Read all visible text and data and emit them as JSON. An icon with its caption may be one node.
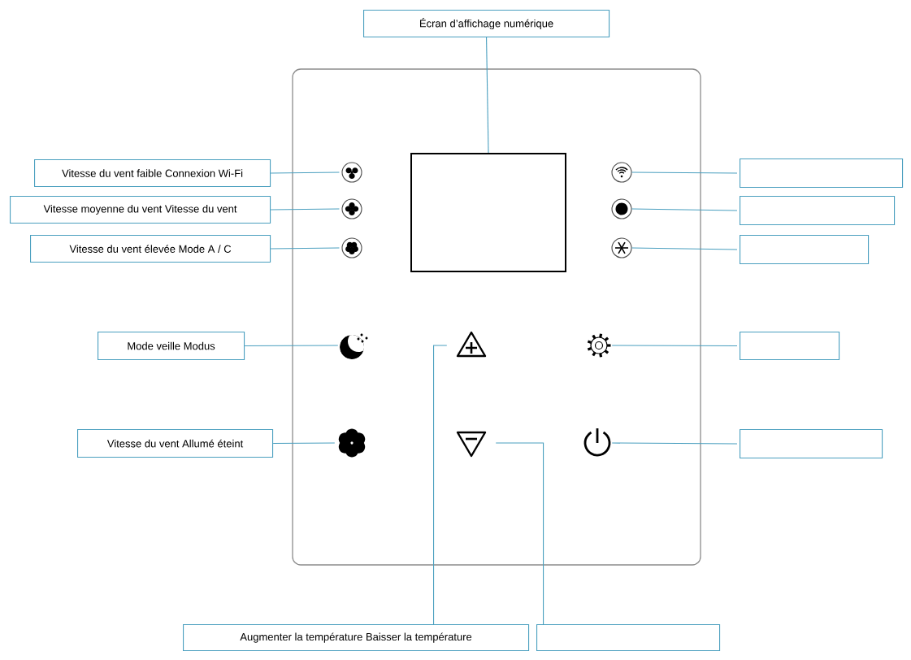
{
  "diagram": {
    "nodes": [
      {
        "text": [
          "Écran d’affichage numérique"
        ]
      },
      {
        "text": [],
        "shape": "box"
      },
      {
        "text": [
          "Vitesse du vent faible Connexion Wi-Fi"
        ]
      },
      {
        "text": [],
        "shape": "icon"
      },
      {
        "text": [],
        "shape": "icon"
      },
      {
        "text": [],
        "shape": "box"
      },
      {
        "text": [
          "Vitesse moyenne du vent Vitesse du vent"
        ]
      },
      {
        "text": [],
        "shape": "icon"
      },
      {
        "text": [],
        "shape": "icon"
      },
      {
        "text": [],
        "shape": "box"
      },
      {
        "text": [
          "Vitesse du vent élevée Mode A / C"
        ]
      },
      {
        "text": [],
        "shape": "icon"
      },
      {
        "text": [],
        "shape": "icon"
      },
      {
        "text": [],
        "shape": "box"
      },
      {
        "text": [
          "Mode veille Modus"
        ]
      },
      {
        "text": [],
        "shape": "icon"
      },
      {
        "text": [],
        "shape": "icon"
      },
      {
        "text": [],
        "shape": "icon"
      },
      {
        "text": [],
        "shape": "box"
      },
      {
        "text": [
          "Vitesse du vent Allumé éteint"
        ]
      },
      {
        "text": [],
        "shape": "icon"
      },
      {
        "text": [],
        "shape": "icon"
      },
      {
        "text": [],
        "shape": "icon"
      },
      {
        "text": [],
        "shape": "box"
      },
      {
        "text": [
          "Augmenter la température Baisser la température"
        ]
      },
      {
        "text": [],
        "shape": "box"
      }
    ],
    "edges": [
      {
        "from": 0,
        "to": 1,
        "arrow": "none"
      },
      {
        "from": 2,
        "to": 3,
        "arrow": "none"
      },
      {
        "from": 4,
        "to": 5,
        "arrow": "none"
      },
      {
        "from": 6,
        "to": 7,
        "arrow": "none"
      },
      {
        "from": 8,
        "to": 9,
        "arrow": "none"
      },
      {
        "from": 10,
        "to": 11,
        "arrow": "none"
      },
      {
        "from": 12,
        "to": 13,
        "arrow": "none"
      },
      {
        "from": 14,
        "to": 15,
        "arrow": "none"
      },
      {
        "from": 17,
        "to": 18,
        "arrow": "none"
      },
      {
        "from": 19,
        "to": 20,
        "arrow": "none"
      },
      {
        "from": 22,
        "to": 23,
        "arrow": "none"
      },
      {
        "from": 24,
        "to": 16,
        "arrow": "none"
      },
      {
        "from": 25,
        "to": 21,
        "arrow": "none"
      }
    ]
  }
}
